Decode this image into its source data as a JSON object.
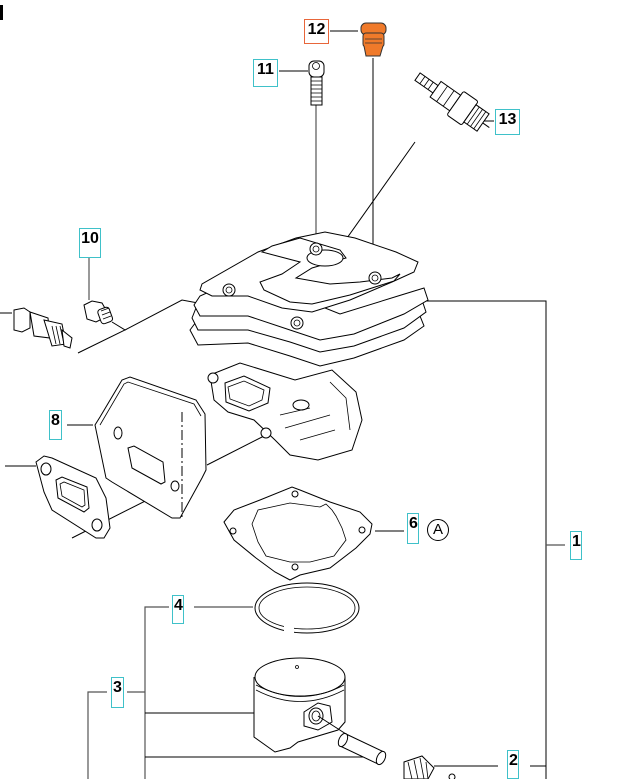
{
  "diagram": {
    "type": "exploded-parts-view",
    "subject": "cylinder and piston assembly",
    "colors": {
      "callout_border": "#3fc1c9",
      "callout_highlight_border": "#e8663a",
      "highlight_part_fill": "#f07a2a",
      "line": "#000000"
    },
    "callouts": [
      {
        "id": "1",
        "label": "1",
        "part": "cylinder assembly",
        "highlighted": false
      },
      {
        "id": "2",
        "label": "2",
        "part": "needle bearing",
        "highlighted": false
      },
      {
        "id": "3",
        "label": "3",
        "part": "piston kit",
        "highlighted": false
      },
      {
        "id": "4",
        "label": "4",
        "part": "piston ring",
        "highlighted": false
      },
      {
        "id": "6",
        "label": "6",
        "part": "cylinder base gasket",
        "highlighted": false,
        "note": "A"
      },
      {
        "id": "8",
        "label": "8",
        "part": "exhaust gasket plate",
        "highlighted": false
      },
      {
        "id": "10",
        "label": "10",
        "part": "decompression valve plug",
        "highlighted": false
      },
      {
        "id": "11",
        "label": "11",
        "part": "screw",
        "highlighted": false
      },
      {
        "id": "12",
        "label": "12",
        "part": "plug cap",
        "highlighted": true
      },
      {
        "id": "13",
        "label": "13",
        "part": "spark plug",
        "highlighted": false
      }
    ],
    "note_symbol": "A"
  }
}
